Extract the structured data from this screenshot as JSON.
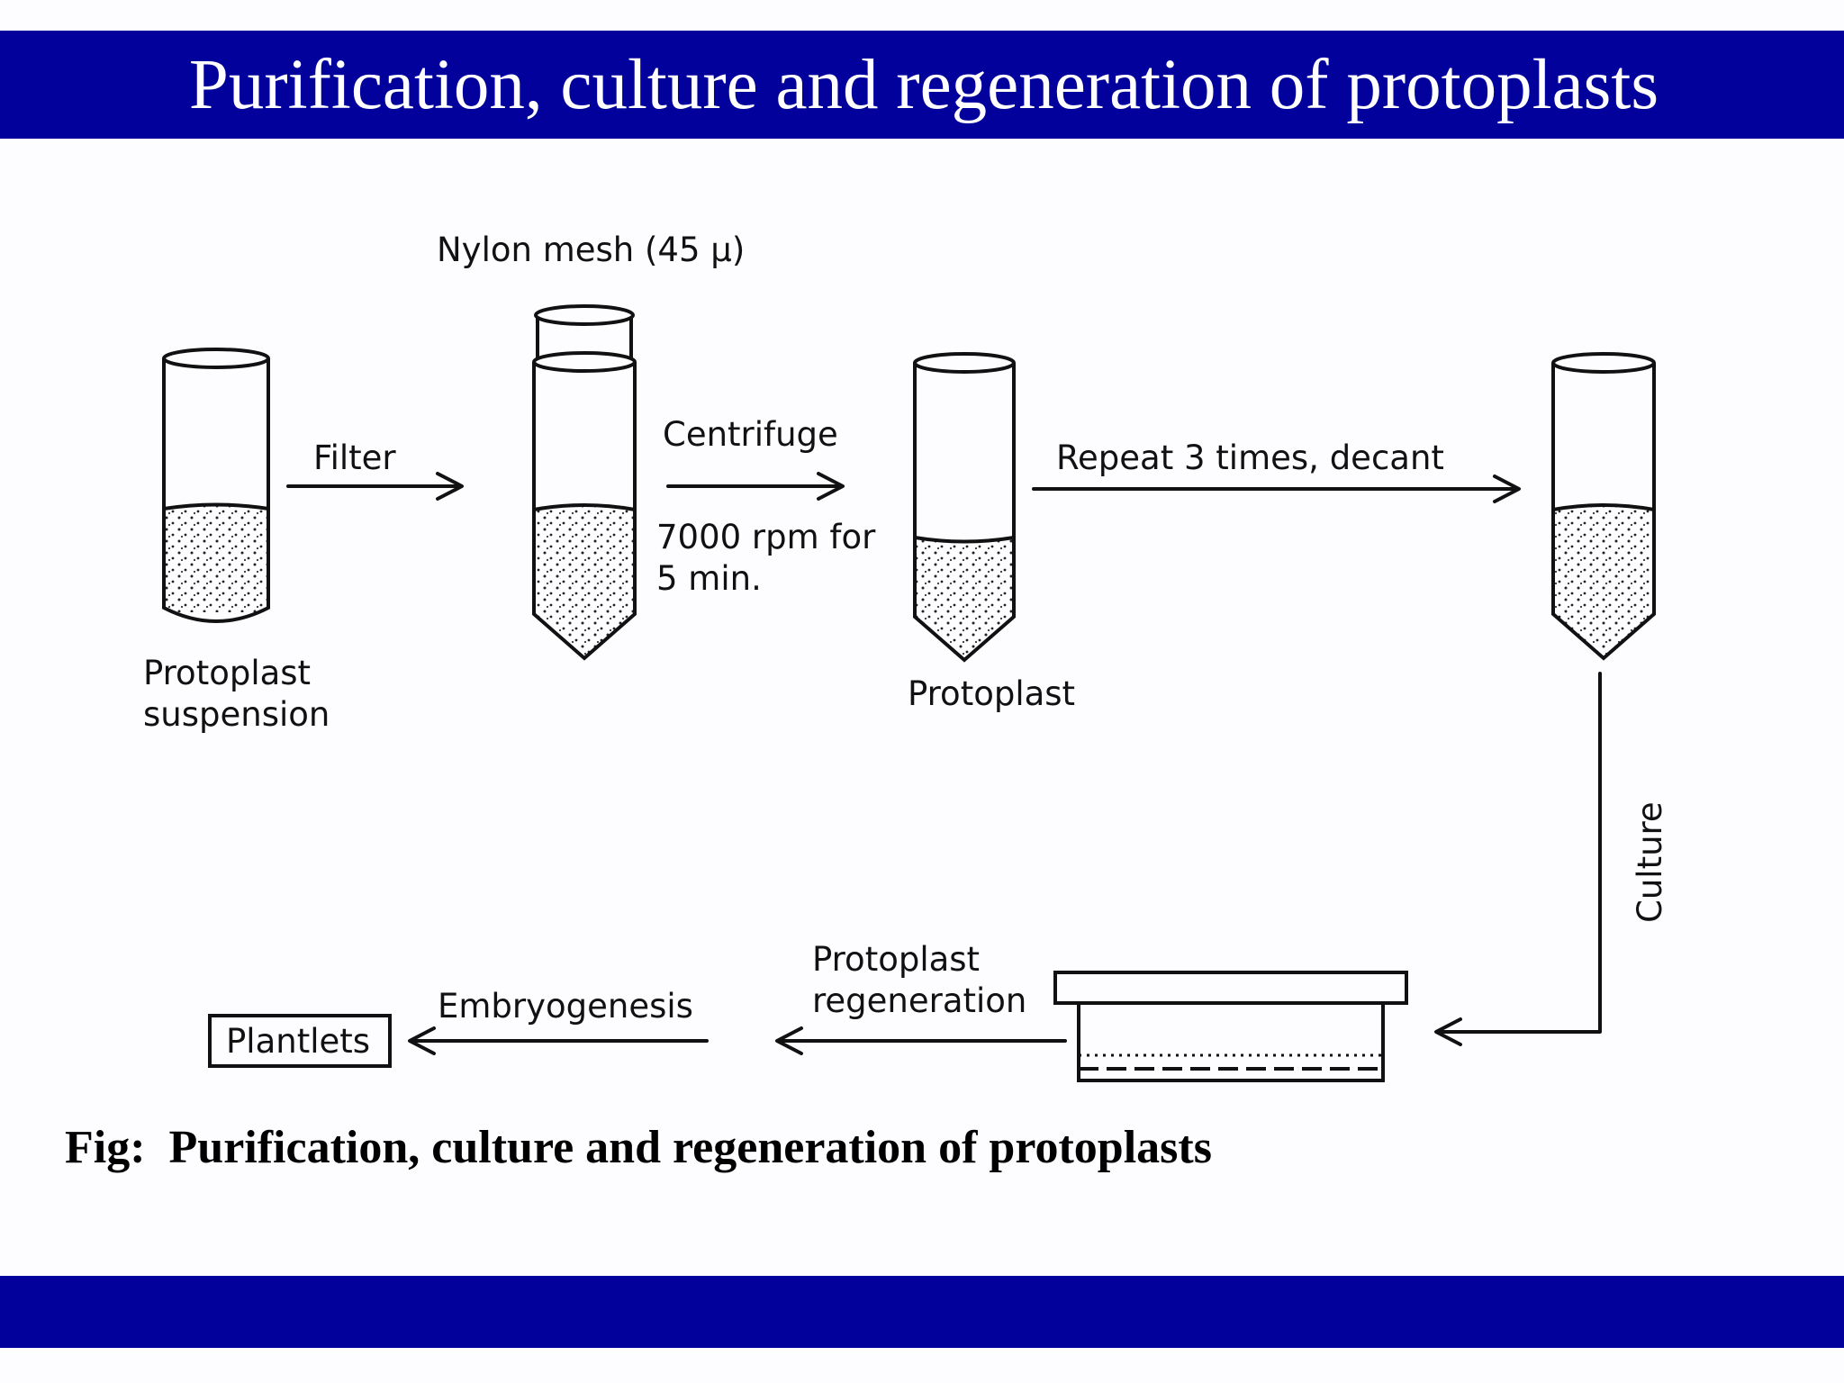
{
  "header": {
    "title": "Purification, culture and regeneration of protoplasts"
  },
  "diagram": {
    "labels": {
      "nylon_mesh": "Nylon mesh (45 μ)",
      "filter": "Filter",
      "centrifuge": "Centrifuge",
      "rpm_line1": "7000 rpm for",
      "rpm_line2": "5 min.",
      "repeat": "Repeat 3 times, decant",
      "protoplast_suspension_line1": "Protoplast",
      "protoplast_suspension_line2": "suspension",
      "protoplast": "Protoplast",
      "culture": "Culture",
      "regeneration_line1": "Protoplast",
      "regeneration_line2": "regeneration",
      "embryogenesis": "Embryogenesis",
      "plantlets": "Plantlets"
    }
  },
  "caption": {
    "prefix": "Fig:",
    "text": "Purification, culture and regeneration of protoplasts"
  }
}
